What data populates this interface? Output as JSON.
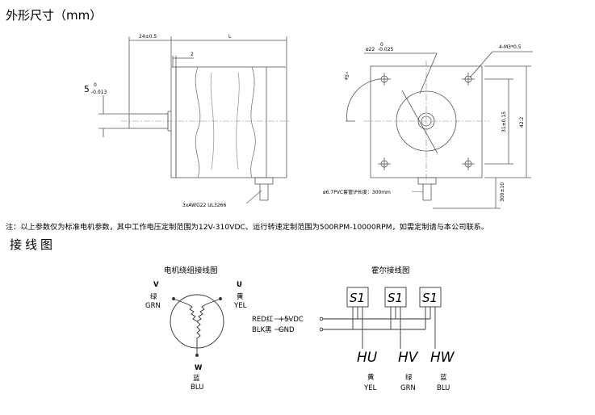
{
  "headings": {
    "outline": "外形尺寸（mm）",
    "wiring": "接线图"
  },
  "note": "注：以上参数仅为标准电机参数，其中工作电压定制范围为12V-310VDC、运行转速定制范围为500RPM-10000RPM，如需定制请与本公司联系。",
  "side_view": {
    "dim_flange": "24±0.5",
    "dim_length": "L",
    "dim_step": "2",
    "shaft_dia_main": "5",
    "shaft_dia_tol_upper": "0",
    "shaft_dia_tol_lower": "-0.013",
    "cable_label": "3xAWG22 UL3266"
  },
  "front_view": {
    "dia_main": "ø22",
    "dia_tol_upper": "0",
    "dia_tol_lower": "-0.025",
    "holes": "4-M3*0.5",
    "angle": "45°",
    "dim_hole_spacing": "31±0.15",
    "dim_body": "42.2",
    "dim_lead": "300±10",
    "pvc_label": "ø6.7PVC套管\\P长度：300mm"
  },
  "winding": {
    "title": "电机绕组接线图",
    "u_letter": "U",
    "u_cn": "黄",
    "u_en": "YEL",
    "v_letter": "V",
    "v_cn": "绿",
    "v_en": "GRN",
    "w_letter": "W",
    "w_cn": "蓝",
    "w_en": "BLU"
  },
  "hall": {
    "title": "霍尔接线图",
    "sensor_label": "S1",
    "red_label": "RED红",
    "red_signal": "+5VDC",
    "blk_label": "BLK黑",
    "blk_signal": "GND",
    "outputs": [
      {
        "name": "HU",
        "cn": "黄",
        "en": "YEL"
      },
      {
        "name": "HV",
        "cn": "绿",
        "en": "GRN"
      },
      {
        "name": "HW",
        "cn": "蓝",
        "en": "BLU"
      }
    ]
  }
}
